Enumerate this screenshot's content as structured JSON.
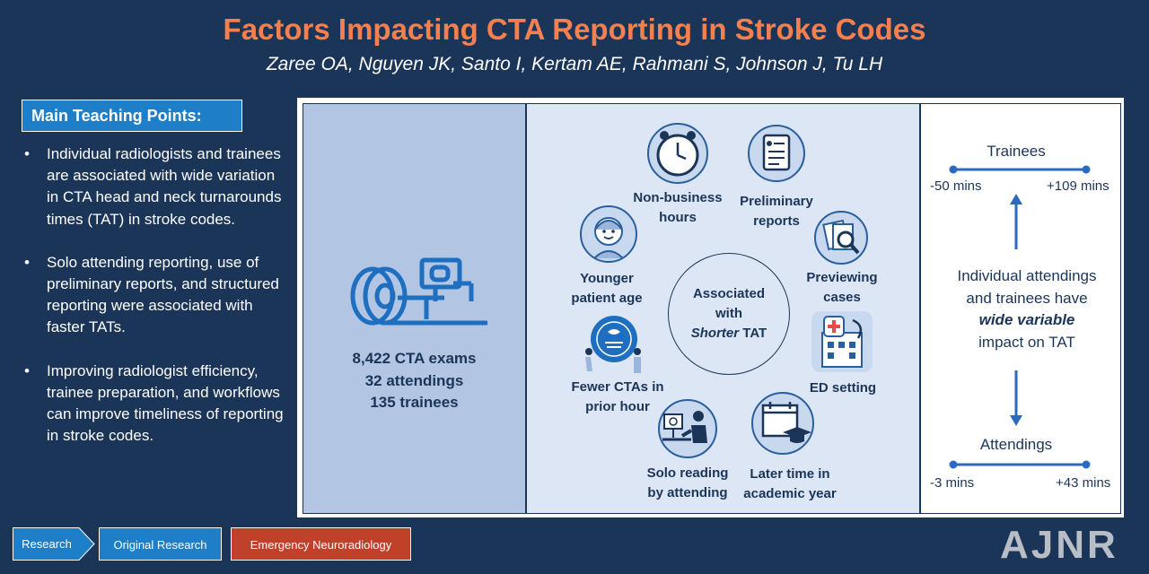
{
  "title": "Factors Impacting CTA Reporting in Stroke Codes",
  "authors": "Zaree OA, Nguyen JK, Santo I, Kertam AE, Rahmani S, Johnson J, Tu LH",
  "teaching": {
    "heading": "Main Teaching Points:",
    "points": [
      "Individual radiologists and trainees are associated with wide variation in CTA head and neck turnarounds times (TAT) in stroke codes.",
      "Solo attending reporting, use of preliminary reports, and structured reporting were associated with faster TATs.",
      "Improving radiologist efficiency, trainee preparation, and workflows can improve timeliness of reporting in stroke codes."
    ]
  },
  "stats": {
    "exams": "8,422 CTA exams",
    "attendings": "32 attendings",
    "trainees": "135 trainees"
  },
  "center": {
    "line1": "Associated",
    "line2": "with",
    "line3_em": "Shorter",
    "line3_rest": " TAT"
  },
  "factors": {
    "non_business": [
      "Non-business",
      "hours"
    ],
    "preliminary": [
      "Preliminary",
      "reports"
    ],
    "younger": [
      "Younger",
      "patient age"
    ],
    "previewing": [
      "Previewing",
      "cases"
    ],
    "fewer": [
      "Fewer CTAs in",
      "prior hour"
    ],
    "ed": [
      "ED setting"
    ],
    "solo": [
      "Solo reading",
      "by attending"
    ],
    "later": [
      "Later time in",
      "academic year"
    ]
  },
  "variation": {
    "trainees_label": "Trainees",
    "trainees_min": "-50 mins",
    "trainees_max": "+109 mins",
    "text_line1": "Individual attendings",
    "text_line2": "and trainees have",
    "text_line3_em": "wide variable",
    "text_line4": "impact on TAT",
    "attendings_label": "Attendings",
    "attendings_min": "-3 mins",
    "attendings_max": "+43 mins"
  },
  "tags": [
    "Research",
    "Original Research",
    "Emergency Neuroradiology"
  ],
  "logo": "AJNR",
  "colors": {
    "background": "#1b3558",
    "title": "#f47f4f",
    "tag_blue": "#1e7fc8",
    "tag_red": "#c0412a",
    "arrow_blue": "#2a6bc0"
  },
  "icons": [
    "ct-scanner-icon",
    "alarm-clock-icon",
    "clipboard-report-icon",
    "child-face-icon",
    "magnifier-documents-icon",
    "stroke-code-icon",
    "hospital-icon",
    "radiologist-workstation-icon",
    "calendar-graduation-icon"
  ]
}
